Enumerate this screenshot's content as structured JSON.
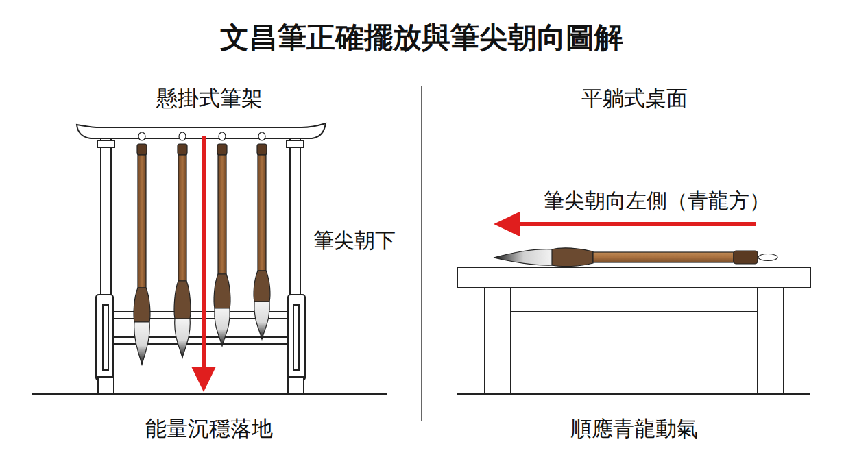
{
  "diagram": {
    "title": "文昌筆正確擺放與筆尖朝向圖解",
    "labels": [
      "懸掛式筆架",
      "平躺式桌面",
      "筆尖朝下",
      "筆尖朝向左側（青龍方）",
      "能量沉穩落地",
      "順應青龍動氣"
    ]
  }
}
